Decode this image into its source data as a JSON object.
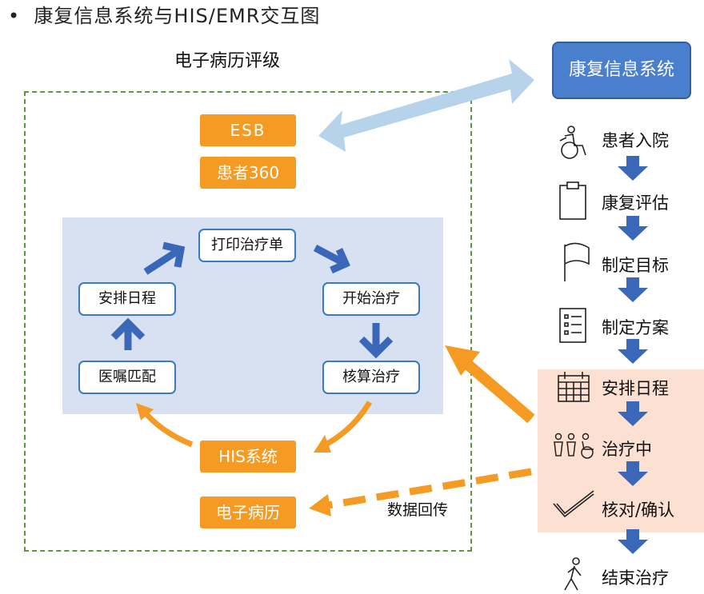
{
  "title": "康复信息系统与HIS/EMR交互图",
  "emr_group_label": "电子病历评级",
  "orange_boxes": {
    "esb": "ESB",
    "patient360": "患者360",
    "his": "HIS系统",
    "emr": "电子病历"
  },
  "cycle": {
    "print_sheet": "打印治疗单",
    "start_treatment": "开始治疗",
    "accounting": "核算治疗",
    "doctor_order": "医嘱匹配",
    "schedule": "安排日程"
  },
  "rehab_system": "康复信息系统",
  "data_return_label": "数据回传",
  "steps": [
    {
      "label": "患者入院",
      "icon": "wheelchair-patient-icon"
    },
    {
      "label": "康复评估",
      "icon": "clipboard-icon"
    },
    {
      "label": "制定目标",
      "icon": "flag-icon"
    },
    {
      "label": "制定方案",
      "icon": "document-list-icon"
    },
    {
      "label": "安排日程",
      "icon": "calendar-icon"
    },
    {
      "label": "治疗中",
      "icon": "people-therapy-icon"
    },
    {
      "label": "核对/确认",
      "icon": "checkmark-icon"
    },
    {
      "label": "结束治疗",
      "icon": "walking-person-icon"
    }
  ],
  "colors": {
    "orange": "#f59a23",
    "blue_arrow": "#3b67b8",
    "light_blue_arrow": "#b7d3ec",
    "panel_blue": "#d7e1f1",
    "panel_pink": "#fce0d2",
    "dashed_green": "#5b9a3c"
  }
}
